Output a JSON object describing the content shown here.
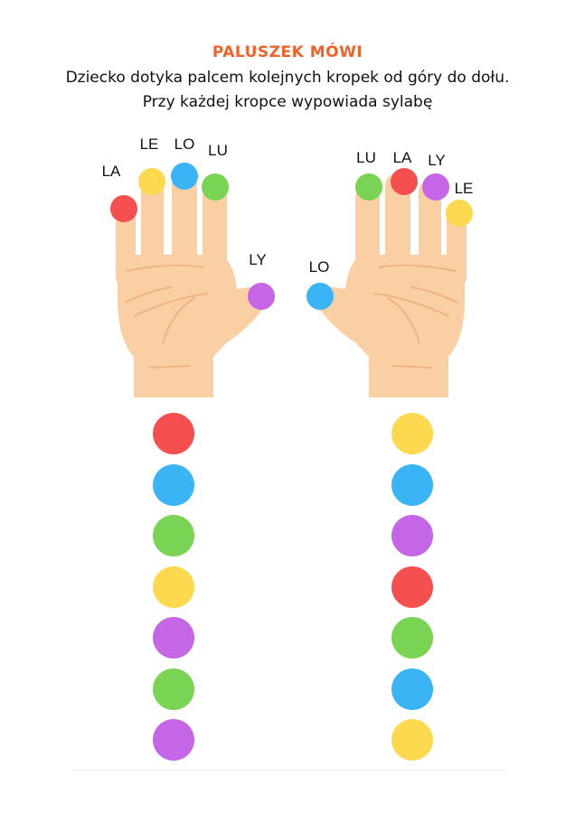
{
  "title": "PALUSZEK MÓWI",
  "instructions": [
    "Dziecko dotyka palcem kolejnych kropek od góry do dołu.",
    "Przy każdej kropce wypowiada sylabę"
  ],
  "colors": {
    "red": "#f5504f",
    "yellow": "#fcd94f",
    "blue": "#3bb4f5",
    "green": "#78d452",
    "purple": "#c566e6",
    "skin": "#f9cfa3"
  },
  "left_hand": [
    {
      "syllable": "LA",
      "color": "red"
    },
    {
      "syllable": "LE",
      "color": "yellow"
    },
    {
      "syllable": "LO",
      "color": "blue"
    },
    {
      "syllable": "LU",
      "color": "green"
    },
    {
      "syllable": "LY",
      "color": "purple"
    }
  ],
  "right_hand": [
    {
      "syllable": "LO",
      "color": "blue"
    },
    {
      "syllable": "LU",
      "color": "green"
    },
    {
      "syllable": "LA",
      "color": "red"
    },
    {
      "syllable": "LY",
      "color": "purple"
    },
    {
      "syllable": "LE",
      "color": "yellow"
    }
  ],
  "left_column": [
    "red",
    "blue",
    "green",
    "yellow",
    "purple",
    "green",
    "purple"
  ],
  "right_column": [
    "yellow",
    "blue",
    "purple",
    "red",
    "green",
    "blue",
    "yellow"
  ]
}
